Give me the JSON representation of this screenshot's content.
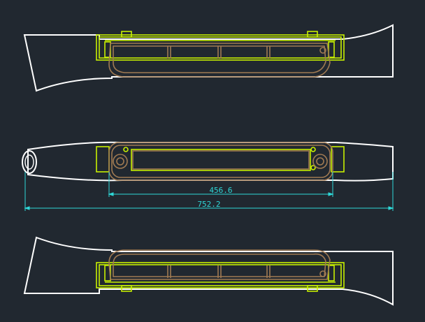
{
  "colors": {
    "background": "#212830",
    "outline": "#ffffff",
    "frame": "#c8f000",
    "body": "#a07a52",
    "dimension": "#2fd8d8"
  },
  "views": [
    {
      "name": "top-view"
    },
    {
      "name": "middle-view"
    },
    {
      "name": "bottom-view"
    }
  ],
  "dimensions": {
    "inner_width_label": "456.6",
    "overall_width_label": "752.2"
  }
}
